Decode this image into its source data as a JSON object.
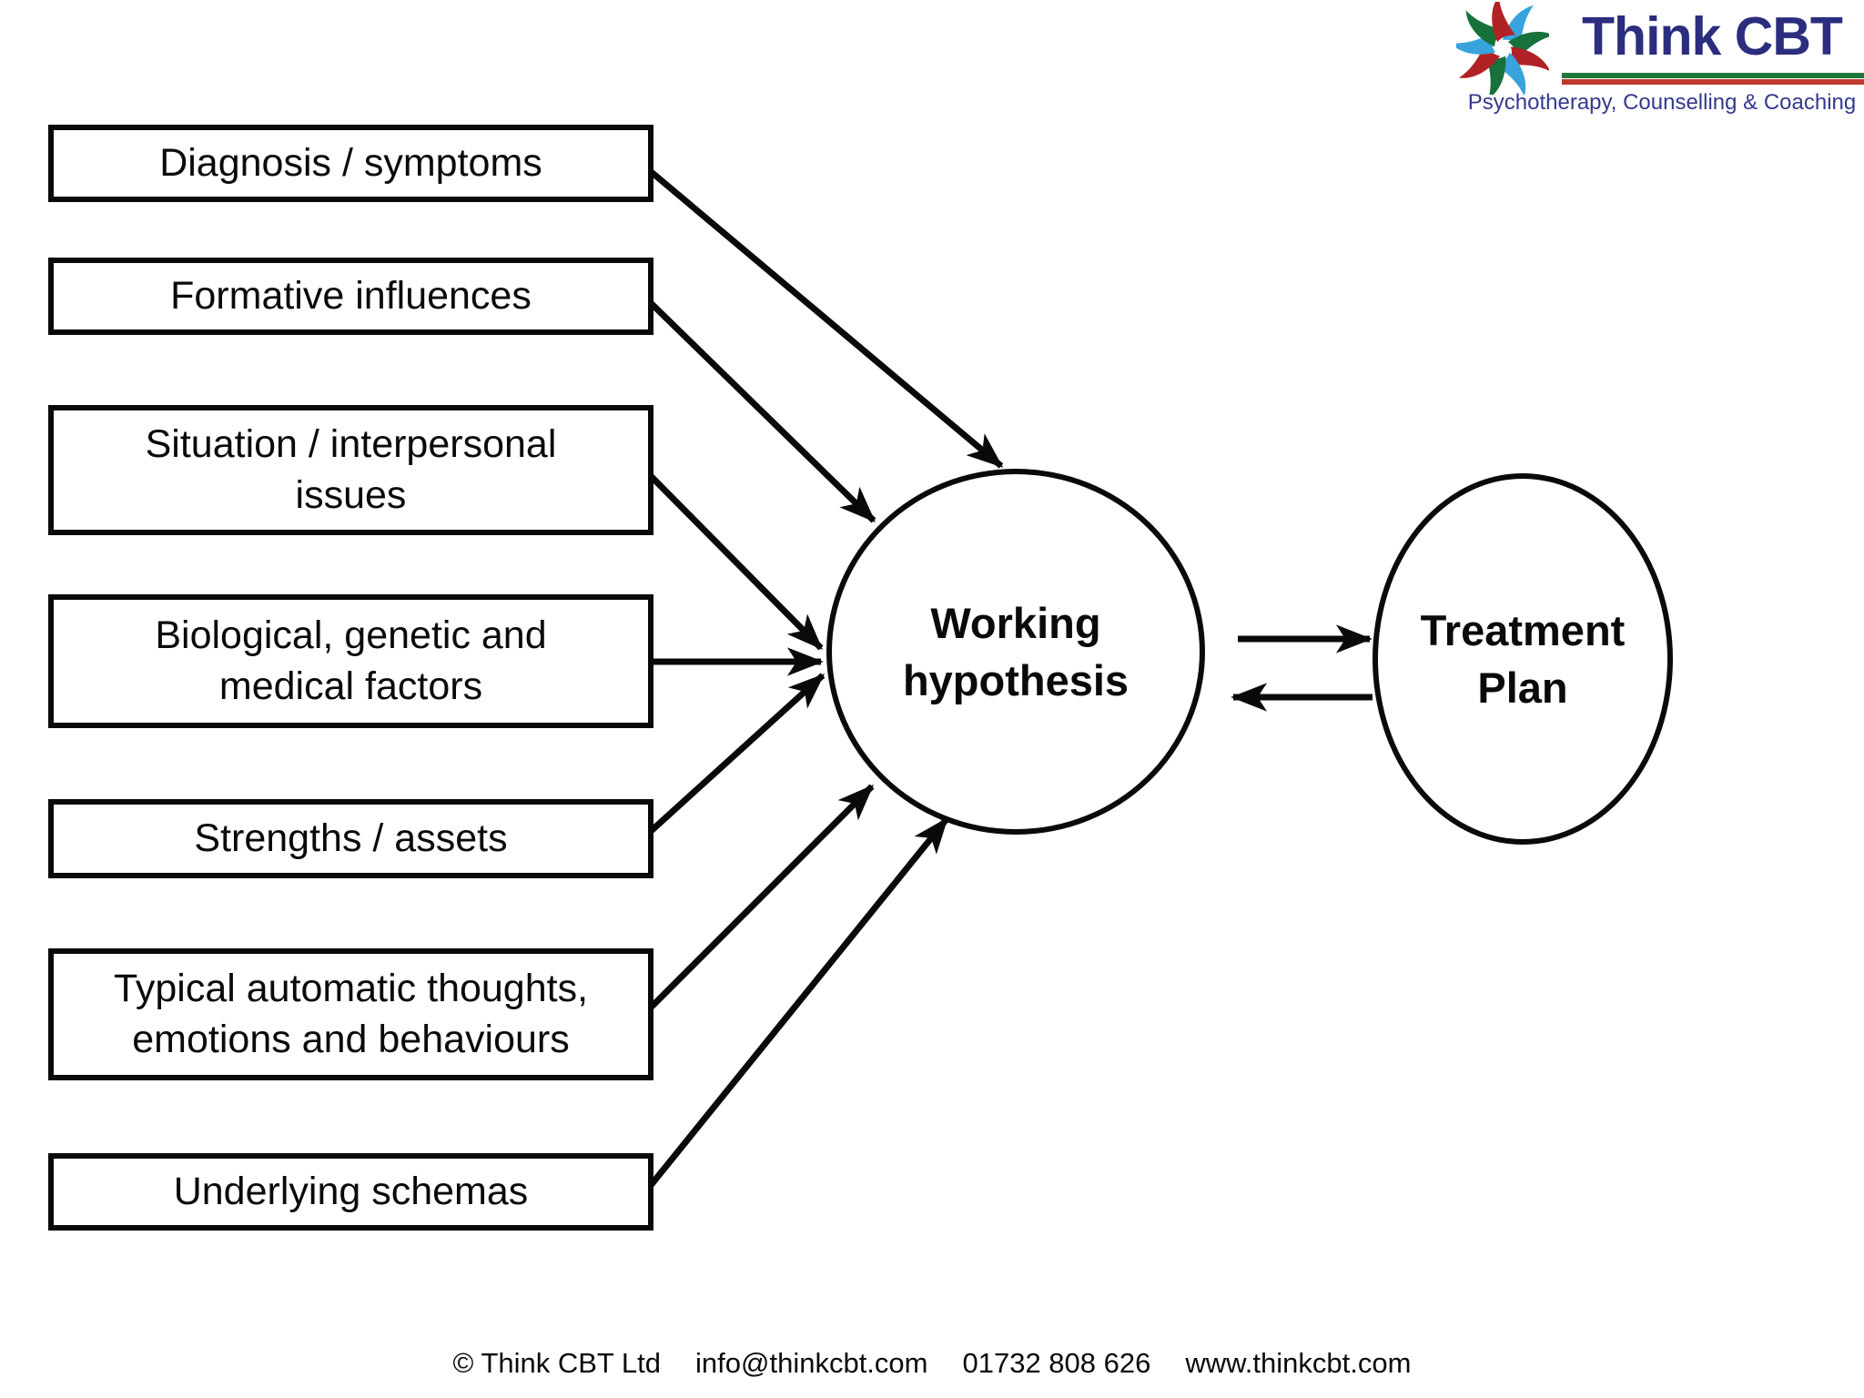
{
  "logo": {
    "brand": "Think CBT",
    "tagline": "Psychotherapy, Counselling & Coaching"
  },
  "colors": {
    "ink_black": "#0a0a0a",
    "brand_navy": "#2b2d7e",
    "underline_green": "#1d7a3c",
    "underline_red": "#c03a2e",
    "swirl_blue": "#38a3dc",
    "swirl_red": "#b02225",
    "swirl_green": "#17713a"
  },
  "boxes": [
    {
      "label": [
        "Diagnosis / symptoms"
      ]
    },
    {
      "label": [
        "Formative influences"
      ]
    },
    {
      "label": [
        "Situation / interpersonal",
        "issues"
      ]
    },
    {
      "label": [
        "Biological, genetic and",
        "medical factors"
      ]
    },
    {
      "label": [
        "Strengths / assets"
      ]
    },
    {
      "label": [
        "Typical automatic thoughts,",
        "emotions and behaviours"
      ]
    },
    {
      "label": [
        "Underlying schemas"
      ]
    }
  ],
  "nodes": {
    "working_hypothesis": [
      "Working",
      "hypothesis"
    ],
    "treatment_plan": [
      "Treatment",
      "Plan"
    ]
  },
  "footer": {
    "copyright": "© Think CBT Ltd",
    "email": "info@thinkcbt.com",
    "phone": "01732 808 626",
    "website": "www.thinkcbt.com"
  }
}
